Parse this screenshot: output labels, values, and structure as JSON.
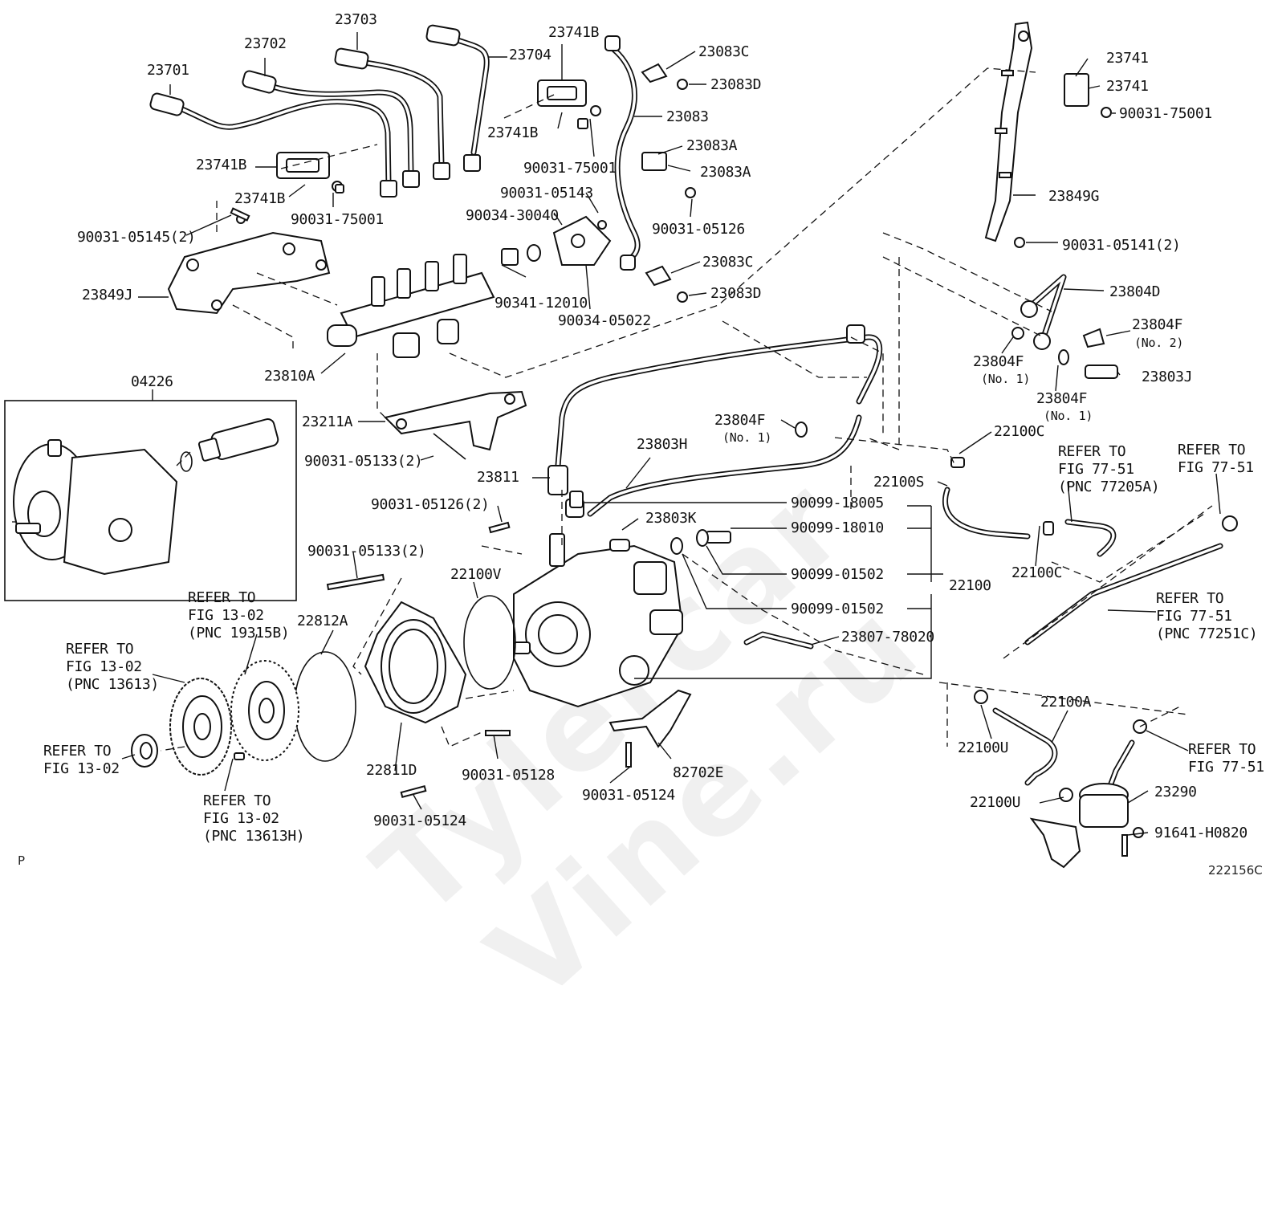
{
  "diagram": {
    "watermark": "Tylercar Vine.ru",
    "corner_left": "P",
    "corner_right": "222156C",
    "labels": [
      {
        "id": "l01",
        "text": "23701"
      },
      {
        "id": "l02",
        "text": "23702"
      },
      {
        "id": "l03",
        "text": "23703"
      },
      {
        "id": "l04",
        "text": "23704"
      },
      {
        "id": "l05",
        "text": "23741B"
      },
      {
        "id": "l06",
        "text": "23741B"
      },
      {
        "id": "l07",
        "text": "90031-75001"
      },
      {
        "id": "l08",
        "text": "23741B"
      },
      {
        "id": "l09",
        "text": "23741B"
      },
      {
        "id": "l10",
        "text": "90031-75001"
      },
      {
        "id": "l11",
        "text": "90031-05145(2)"
      },
      {
        "id": "l12",
        "text": "23849J"
      },
      {
        "id": "l13",
        "text": "23810A"
      },
      {
        "id": "l14",
        "text": "23083C"
      },
      {
        "id": "l15",
        "text": "23083D"
      },
      {
        "id": "l16",
        "text": "23083"
      },
      {
        "id": "l17",
        "text": "23083A"
      },
      {
        "id": "l18",
        "text": "23083A"
      },
      {
        "id": "l19",
        "text": "90031-05143"
      },
      {
        "id": "l20",
        "text": "90034-30040"
      },
      {
        "id": "l21",
        "text": "90031-05126"
      },
      {
        "id": "l22",
        "text": "23083C"
      },
      {
        "id": "l23",
        "text": "23083D"
      },
      {
        "id": "l24",
        "text": "90341-12010"
      },
      {
        "id": "l25",
        "text": "90034-05022"
      },
      {
        "id": "l26",
        "text": "23741"
      },
      {
        "id": "l27",
        "text": "23741"
      },
      {
        "id": "l28",
        "text": "90031-75001"
      },
      {
        "id": "l29",
        "text": "23849G"
      },
      {
        "id": "l30",
        "text": "90031-05141(2)"
      },
      {
        "id": "l31",
        "text": "23804D"
      },
      {
        "id": "l32",
        "text": "23804F"
      },
      {
        "id": "l33",
        "text": "(No. 2)"
      },
      {
        "id": "l34",
        "text": "23804F"
      },
      {
        "id": "l35",
        "text": "(No. 1)"
      },
      {
        "id": "l36",
        "text": "23803J"
      },
      {
        "id": "l37",
        "text": "23804F"
      },
      {
        "id": "l38",
        "text": "(No. 1)"
      },
      {
        "id": "l39",
        "text": "04226"
      },
      {
        "id": "l40",
        "text": "23211A"
      },
      {
        "id": "l41",
        "text": "90031-05133(2)"
      },
      {
        "id": "l42",
        "text": "23804F"
      },
      {
        "id": "l43",
        "text": "(No. 1)"
      },
      {
        "id": "l44",
        "text": "22100C"
      },
      {
        "id": "l45",
        "text": "23803H"
      },
      {
        "id": "l46",
        "text": "23811"
      },
      {
        "id": "l47",
        "text": "22100S"
      },
      {
        "id": "l48",
        "text": "REFER TO"
      },
      {
        "id": "l49",
        "text": "FIG 77-51"
      },
      {
        "id": "l50",
        "text": "(PNC 77205A)"
      },
      {
        "id": "l51",
        "text": "REFER TO"
      },
      {
        "id": "l52",
        "text": "FIG 77-51"
      },
      {
        "id": "l53",
        "text": "90031-05126(2)"
      },
      {
        "id": "l54",
        "text": "23803K"
      },
      {
        "id": "l55",
        "text": "90099-18005"
      },
      {
        "id": "l56",
        "text": "90099-18010"
      },
      {
        "id": "l57",
        "text": "22100C"
      },
      {
        "id": "l58",
        "text": "90031-05133(2)"
      },
      {
        "id": "l59",
        "text": "22100V"
      },
      {
        "id": "l60",
        "text": "90099-01502"
      },
      {
        "id": "l61",
        "text": "22100"
      },
      {
        "id": "l62",
        "text": "REFER TO"
      },
      {
        "id": "l63",
        "text": "FIG 13-02"
      },
      {
        "id": "l64",
        "text": "(PNC 19315B)"
      },
      {
        "id": "l65",
        "text": "22812A"
      },
      {
        "id": "l66",
        "text": "90099-01502"
      },
      {
        "id": "l67",
        "text": "REFER TO"
      },
      {
        "id": "l68",
        "text": "FIG 77-51"
      },
      {
        "id": "l69",
        "text": "(PNC 77251C)"
      },
      {
        "id": "l70",
        "text": "23807-78020"
      },
      {
        "id": "l71",
        "text": "REFER TO"
      },
      {
        "id": "l72",
        "text": "FIG 13-02"
      },
      {
        "id": "l73",
        "text": "(PNC 13613)"
      },
      {
        "id": "l74",
        "text": "22100A"
      },
      {
        "id": "l75",
        "text": "REFER TO"
      },
      {
        "id": "l76",
        "text": "FIG 13-02"
      },
      {
        "id": "l77",
        "text": "22811D"
      },
      {
        "id": "l78",
        "text": "90031-05128"
      },
      {
        "id": "l79",
        "text": "82702E"
      },
      {
        "id": "l80",
        "text": "22100U"
      },
      {
        "id": "l81",
        "text": "REFER TO"
      },
      {
        "id": "l82",
        "text": "FIG 77-51"
      },
      {
        "id": "l83",
        "text": "REFER TO"
      },
      {
        "id": "l84",
        "text": "FIG 13-02"
      },
      {
        "id": "l85",
        "text": "(PNC 13613H)"
      },
      {
        "id": "l86",
        "text": "90031-05124"
      },
      {
        "id": "l87",
        "text": "90031-05124"
      },
      {
        "id": "l88",
        "text": "22100U"
      },
      {
        "id": "l89",
        "text": "23290"
      },
      {
        "id": "l90",
        "text": "91641-H0820"
      }
    ]
  }
}
